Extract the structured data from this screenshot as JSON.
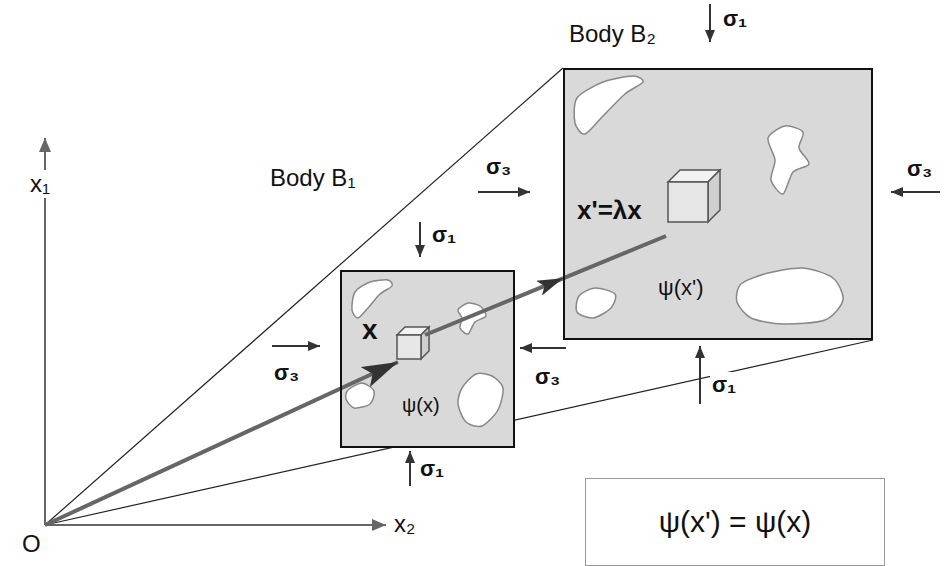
{
  "diagram": {
    "nodes": [
      {
        "text": [
          "Body B₁",
          "x",
          "ψ(x)"
        ]
      },
      {
        "text": [
          "Body B₂",
          "x'=λx",
          "ψ(x')"
        ]
      },
      {
        "text": [
          "ψ(x') = ψ(x)"
        ]
      }
    ],
    "edges": [
      {
        "from": 0,
        "to": 1,
        "arrow": "to"
      }
    ],
    "labels": [
      "σ₁",
      "σ₃",
      "σ₃",
      "x₁",
      "σ₁",
      "σ₃",
      "σ₃",
      "σ₁",
      "σ₁",
      "O",
      "x₂"
    ]
  }
}
